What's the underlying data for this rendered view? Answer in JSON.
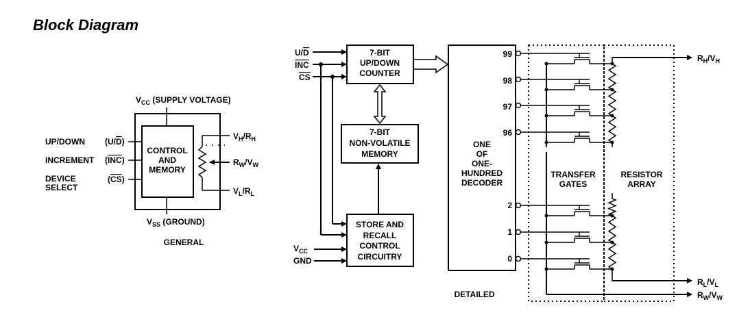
{
  "title": "Block Diagram",
  "general": {
    "vcc_label": "V",
    "vcc_sub": "CC",
    "vcc_suffix": " (SUPPLY VOLTAGE)",
    "vss_label": "V",
    "vss_sub": "SS",
    "vss_suffix": " (GROUND)",
    "block_line1": "CONTROL",
    "block_line2": "AND",
    "block_line3": "MEMORY",
    "in_updown": "UP/DOWN",
    "in_updown_pin": "(U/",
    "in_updown_pin_bar": "D",
    "in_updown_pin_end": ")",
    "in_increment": "INCREMENT",
    "in_increment_pin": "(",
    "in_increment_pin_bar": "INC",
    "in_increment_pin_end": ")",
    "in_device_line1": "DEVICE",
    "in_device_line2": "SELECT",
    "in_cs_pin": "(",
    "in_cs_pin_bar": "CS",
    "in_cs_pin_end": ")",
    "vh_rh": "VH/RH",
    "rw_vw": "RW/VW",
    "vl_rl": "VL/RL",
    "caption": "GENERAL"
  },
  "detailed": {
    "ud_pin": "U/",
    "ud_pin_bar": "D",
    "inc_pin": "INC",
    "cs_pin": "CS",
    "vcc": "V",
    "vcc_sub": "CC",
    "gnd": "GND",
    "counter_line1": "7-BIT",
    "counter_line2": "UP/DOWN",
    "counter_line3": "COUNTER",
    "nvm_line1": "7-BIT",
    "nvm_line2": "NON-VOLATILE",
    "nvm_line3": "MEMORY",
    "store_line1": "STORE AND",
    "store_line2": "RECALL",
    "store_line3": "CONTROL",
    "store_line4": "CIRCUITRY",
    "decoder_line1": "ONE",
    "decoder_line2": "OF",
    "decoder_line3": "ONE-",
    "decoder_line4": "HUNDRED",
    "decoder_line5": "DECODER",
    "outputs": [
      "99",
      "98",
      "97",
      "96",
      "2",
      "1",
      "0"
    ],
    "transfer_line1": "TRANSFER",
    "transfer_line2": "GATES",
    "resistor_line1": "RESISTOR",
    "resistor_line2": "ARRAY",
    "rh_vh": "RH/VH",
    "rl_vl": "RL/VL",
    "rw_vw": "RW/VW",
    "caption": "DETAILED"
  }
}
